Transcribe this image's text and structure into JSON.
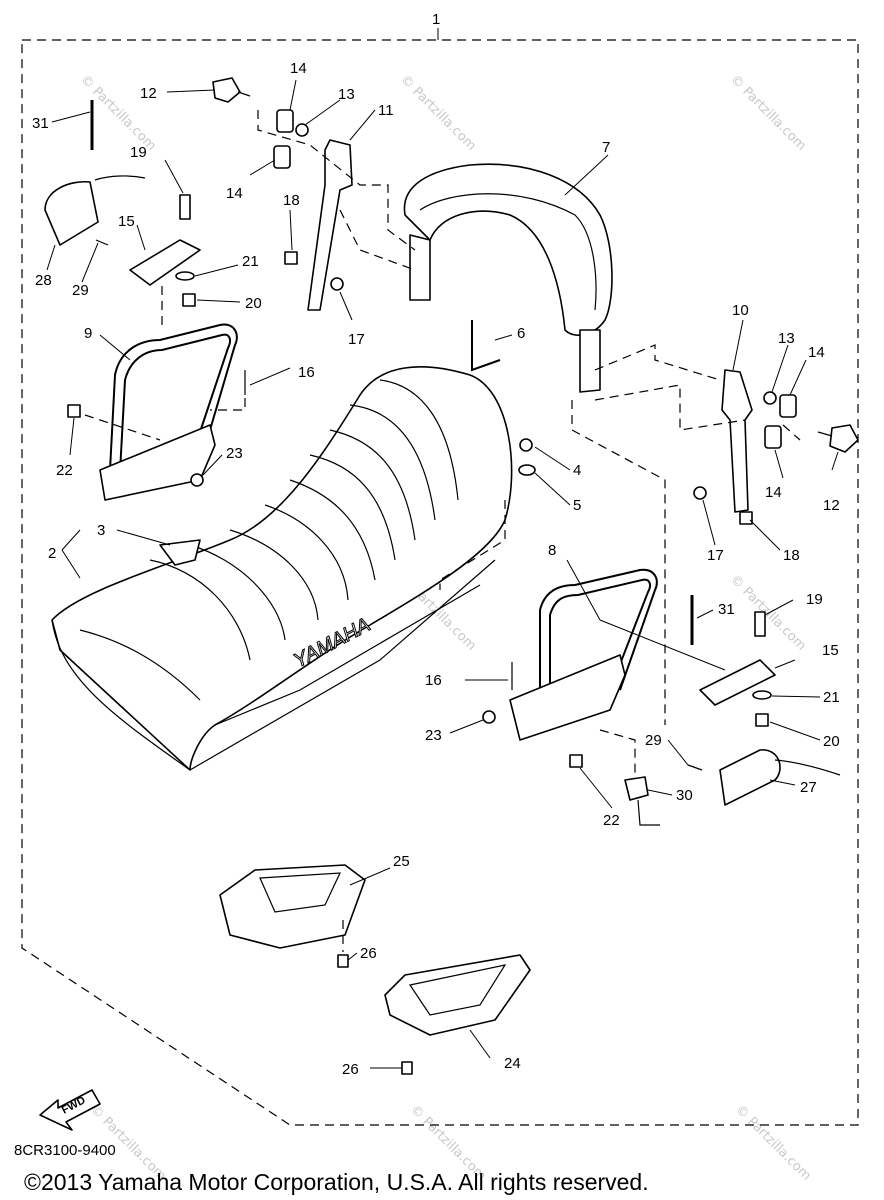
{
  "diagram": {
    "part_number_code": "8CR3100-9400",
    "copyright": "©2013  Yamaha Motor Corporation, U.S.A. All rights reserved.",
    "seat_brand_text": "YAMAHA",
    "fwd_label": "FWD",
    "watermark_text": "© Partzilla.com",
    "watermark_big_text": "Partzilla.com",
    "callouts": [
      "1",
      "2",
      "3",
      "4",
      "5",
      "6",
      "7",
      "8",
      "9",
      "10",
      "11",
      "12",
      "13",
      "14",
      "15",
      "16",
      "17",
      "18",
      "19",
      "20",
      "21",
      "22",
      "23",
      "24",
      "25",
      "26",
      "27",
      "28",
      "29",
      "30",
      "31"
    ]
  }
}
